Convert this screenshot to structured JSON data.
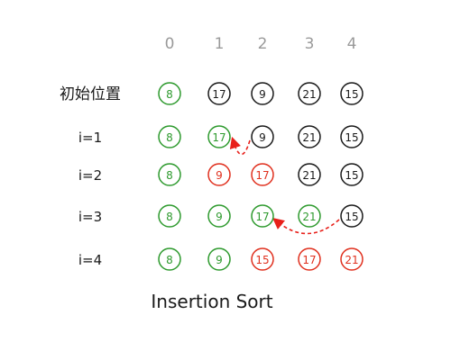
{
  "title": "Insertion Sort",
  "column_indices": [
    "0",
    "1",
    "2",
    "3",
    "4"
  ],
  "rows": [
    {
      "label": "初始位置",
      "values": [
        "8",
        "17",
        "9",
        "21",
        "15"
      ],
      "colors": [
        "green",
        "black",
        "black",
        "black",
        "black"
      ]
    },
    {
      "label": "i=1",
      "values": [
        "8",
        "17",
        "9",
        "21",
        "15"
      ],
      "colors": [
        "green",
        "green",
        "black",
        "black",
        "black"
      ]
    },
    {
      "label": "i=2",
      "values": [
        "8",
        "9",
        "17",
        "21",
        "15"
      ],
      "colors": [
        "green",
        "red",
        "red",
        "black",
        "black"
      ]
    },
    {
      "label": "i=3",
      "values": [
        "8",
        "9",
        "17",
        "21",
        "15"
      ],
      "colors": [
        "green",
        "green",
        "green",
        "green",
        "black"
      ]
    },
    {
      "label": "i=4",
      "values": [
        "8",
        "9",
        "15",
        "17",
        "21"
      ],
      "colors": [
        "green",
        "green",
        "red",
        "red",
        "red"
      ]
    }
  ],
  "arrows": [
    {
      "from_row": 1,
      "from_col": 2,
      "to_row": 1,
      "to_col": 1
    },
    {
      "from_row": 3,
      "from_col": 4,
      "to_row": 3,
      "to_col": 2
    }
  ],
  "colors": {
    "green": "#2e9a2e",
    "red": "#e0301e",
    "black": "#1a1a1a",
    "index": "#9a9a9a",
    "arrow": "#e8201a"
  }
}
